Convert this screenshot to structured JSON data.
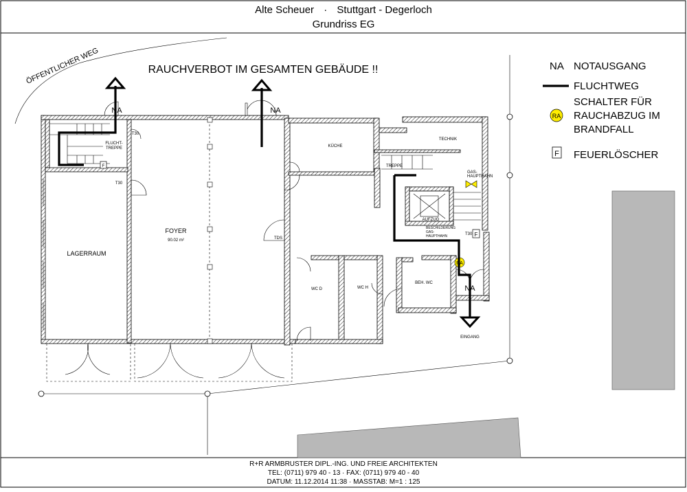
{
  "header": {
    "title_part1": "Alte Scheuer",
    "separator": "·",
    "title_part2": "Stuttgart - Degerloch",
    "subtitle": "Grundriss EG"
  },
  "notice": "RAUCHVERBOT IM GESAMTEN GEBÄUDE !!",
  "street_label": "ÖFFENTLICHER WEG",
  "legend": {
    "na_symbol": "NA",
    "na_label": "NOTAUSGANG",
    "route_label": "FLUCHTWEG",
    "ra_symbol": "RA",
    "ra_label_line1": "SCHALTER FÜR",
    "ra_label_line2": "RAUCHABZUG IM",
    "ra_label_line3": "BRANDFALL",
    "f_symbol": "F",
    "f_label": "FEUERLÖSCHER",
    "ra_color": "#ffee00"
  },
  "plan": {
    "na_left": "NA",
    "na_center": "NA",
    "na_right": "NA",
    "flucht_treppe_line1": "FLUCHT-",
    "flucht_treppe_line2": "TREPPE",
    "t30_a": "T30",
    "t30_b": "T30",
    "t30_c": "T30",
    "f_left": "F",
    "f_right": "F",
    "lagerraum": "LAGERRAUM",
    "foyer": "FOYER",
    "foyer_area": "90.02 m²",
    "kueche": "KÜCHE",
    "technik": "TECHNIK",
    "treppe": "TREPPE",
    "gas_line1": "GAS-",
    "gas_line2": "HAUPTHAHN",
    "aufzug": "AUFZUG",
    "beschilderung_line1": "BESCHILDERUNG",
    "beschilderung_line2": "GAS-",
    "beschilderung_line3": "HAUPTHAHN",
    "tds": "TDS",
    "wc_d": "WC D",
    "wc_h": "WC H",
    "beh_wc": "BEH. WC",
    "ra": "RA",
    "eingang": "EINGANG"
  },
  "footer": {
    "company": "R+R ARMBRUSTER  DIPL.-ING. UND FREIE ARCHITEKTEN",
    "contact": "TEL: (0711) 979 40 - 13   ·   FAX: (0711) 979 40 - 40",
    "date_scale": "DATUM: 11.12.2014  11:38   ·   MASSTAB: M=1 : 125"
  }
}
